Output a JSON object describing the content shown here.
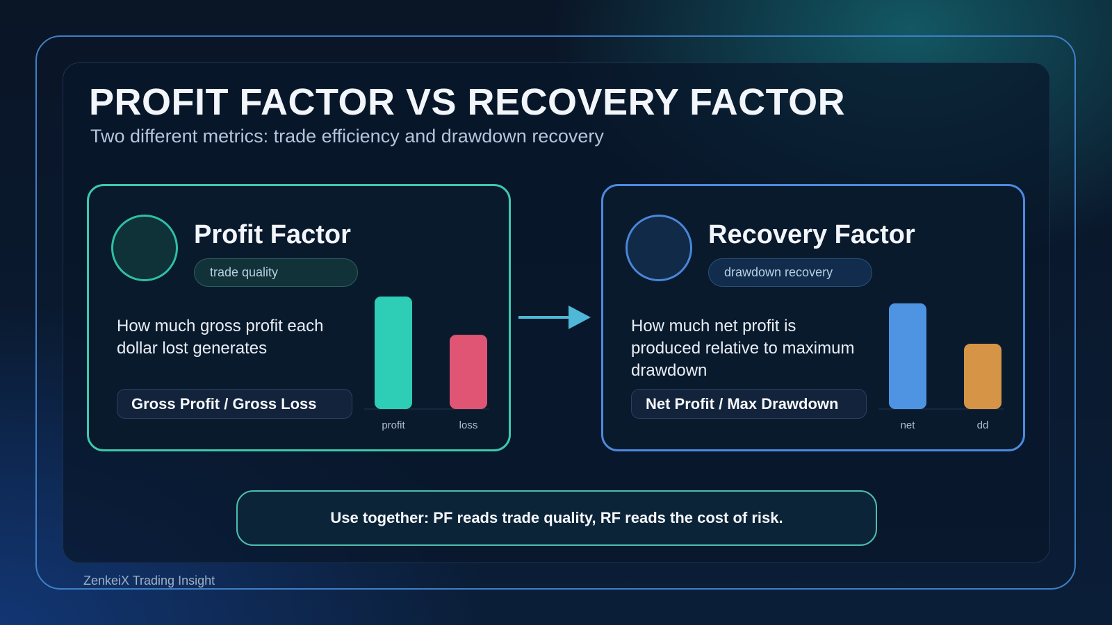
{
  "header": {
    "title": "PROFIT FACTOR VS RECOVERY FACTOR",
    "subtitle": "Two different metrics: trade efficiency and drawdown recovery"
  },
  "cards": [
    {
      "title": "Profit Factor",
      "tag": "trade quality",
      "description": "How much gross profit each dollar lost generates",
      "formula": "Gross Profit / Gross Loss",
      "bars": [
        {
          "label": "profit",
          "level": 1.0,
          "color": "#2ecdb5"
        },
        {
          "label": "loss",
          "level": 0.66,
          "color": "#e05574"
        }
      ]
    },
    {
      "title": "Recovery Factor",
      "tag": "drawdown recovery",
      "description": "How much net profit is produced relative to maximum drawdown",
      "formula": "Net Profit / Max Drawdown",
      "bars": [
        {
          "label": "net",
          "level": 0.94,
          "color": "#4f94e2"
        },
        {
          "label": "dd",
          "level": 0.58,
          "color": "#d69447"
        }
      ]
    }
  ],
  "note": "Use together: PF reads trade quality, RF reads the cost of risk.",
  "footer": "ZenkeiX Trading Insight",
  "colors": {
    "profit_accent": "#3dc9ae",
    "recovery_accent": "#4c8ae0",
    "arrow": "#4fb8d8"
  }
}
